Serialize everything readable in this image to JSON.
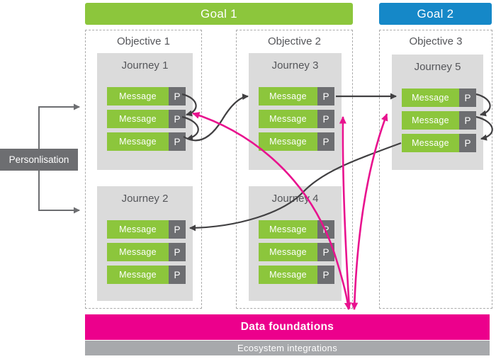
{
  "goals": [
    {
      "label": "Goal 1",
      "color": "#8CC63C"
    },
    {
      "label": "Goal 2",
      "color": "#1588C8"
    }
  ],
  "objectives": [
    {
      "label": "Objective 1"
    },
    {
      "label": "Objective 2"
    },
    {
      "label": "Objective 3"
    }
  ],
  "journeys": [
    {
      "label": "Journey 1"
    },
    {
      "label": "Journey 2"
    },
    {
      "label": "Journey 3"
    },
    {
      "label": "Journey 4"
    },
    {
      "label": "Journey 5"
    }
  ],
  "message_label": "Message",
  "p_label": "P",
  "personalisation_label": "Personlisation",
  "footer": {
    "data_foundations": "Data foundations",
    "ecosystem_integrations": "Ecosystem integrations"
  },
  "colors": {
    "green": "#8CC63C",
    "blue": "#1588C8",
    "magenta_bar": "#EC008C",
    "magenta_arrow": "#E8128E",
    "p_block_gray": "#6D6E71",
    "journey_bg": "#DBDBDB",
    "ecosystem_gray": "#A7A9AC",
    "arrow_black": "#414042",
    "label_text": "#55565A"
  }
}
